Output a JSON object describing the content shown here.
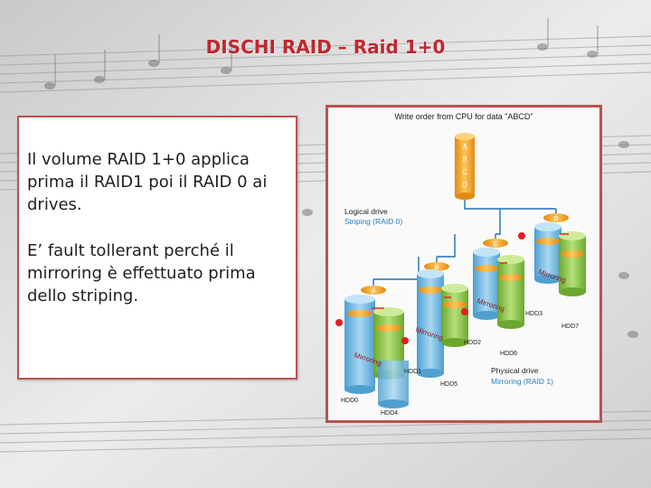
{
  "slide": {
    "title": "DISCHI RAID – Raid 1+0",
    "paragraphs": [
      "Il volume RAID 1+0 applica prima il RAID1 poi il RAID 0 ai drives.",
      "E’ fault tollerant perché il mirroring è effettuato prima dello striping."
    ]
  },
  "figure": {
    "header": "Write order from CPU for data \"ABCD\"",
    "logical_drive": [
      "Logical drive",
      "Striping (RAID 0)"
    ],
    "physical_drive": [
      "Physical drive",
      "Mirroring (RAID 1)"
    ],
    "mirroring_label": "Mirroring",
    "source_letters": [
      "A",
      "B",
      "C",
      "D"
    ],
    "drives": [
      "HDD0",
      "HDD1",
      "HDD2",
      "HDD3",
      "HDD4",
      "HDD5",
      "HDD6",
      "HDD7"
    ],
    "block_letters": [
      "A",
      "B",
      "C",
      "D"
    ]
  },
  "colors": {
    "title": "#c0272d",
    "frame": "#b8534f",
    "disk_orange": "#f0a020",
    "disk_blue": "#6fb8e0",
    "disk_green": "#8cc63e",
    "arrow_blue": "#1f6fb5",
    "arrow_red": "#e02020",
    "label_blue": "#2a7fc0"
  }
}
